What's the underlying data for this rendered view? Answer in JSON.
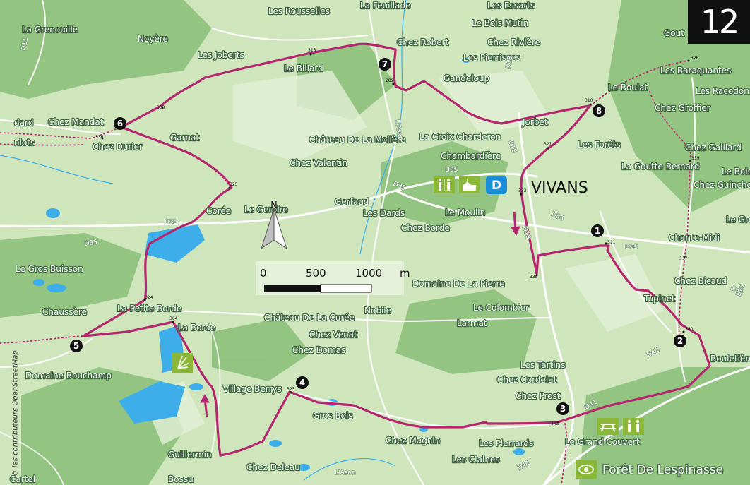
{
  "map": {
    "route_number": "12",
    "credit": "© les contributeurs OpenStreetMap",
    "north_label": "N",
    "town": "VIVANS",
    "start_badge": "D",
    "scale": {
      "zero": "0",
      "mid": "500",
      "end": "1000",
      "unit": "m"
    },
    "forest": "Forêt De Lespinasse",
    "colors": {
      "route": "#b4266e",
      "water": "#3daee9",
      "road": "#ffffff",
      "forest": "#7fb86d",
      "field": "#cfe6bd"
    },
    "waypoints": [
      "1",
      "2",
      "3",
      "4",
      "5",
      "6",
      "7",
      "8"
    ],
    "places": [
      "Les Rousselles",
      "La Feuillade",
      "Les Essarts",
      "Le Bois Mutin",
      "Chez Robert",
      "Chez Rivière",
      "Les Pierrisses",
      "Gandeloup",
      "La Grenouille",
      "Noyère",
      "Les Joberts",
      "Le Billard",
      "Chez Mandat",
      "Chez Durier",
      "Garnat",
      "Château De La Molière",
      "La Croix Charderon",
      "Chambardière",
      "Jorbet",
      "Les Forêts",
      "Chez Valentin",
      "Gerfaud",
      "Les Dards",
      "Le Moulin",
      "Chez Borde",
      "Corée",
      "Le Gendre",
      "Le Gros Buisson",
      "Domaine De La Pierre",
      "Le Colombier",
      "Larmat",
      "Chaussère",
      "La Petite Borde",
      "La Borde",
      "Château De La Curée",
      "Nobile",
      "Chez Venat",
      "Chez Domas",
      "Domaine Bouchamp",
      "Village Berrys",
      "Gros Bois",
      "Chez Magnin",
      "Les Pierrards",
      "Les Claines",
      "Guillermin",
      "Chez Deleau",
      "Bossu",
      "Les Tartins",
      "Chez Cordelat",
      "Chez Prost",
      "Le Grand Couvert",
      "Tupinet",
      "Chez Bicaud",
      "Bouletière",
      "Chante-Midi",
      "Le Gros",
      "Le Boulat",
      "Les Baraquantes",
      "Les Racodons",
      "Chez Groffier",
      "Chez Gaillard",
      "La Goutte Bernard",
      "Le Bois",
      "Chez Guinchon",
      "Gout",
      "dard",
      "niots",
      "Cartel"
    ],
    "roads": [
      "D35",
      "D35",
      "D35",
      "D35",
      "D35",
      "D35",
      "D18",
      "D18",
      "D18",
      "D41",
      "D41",
      "D41",
      "D41",
      "D35",
      "L'Ason",
      "L'Ason",
      "D11"
    ],
    "altitudes": [
      "318",
      "289",
      "310",
      "321",
      "333",
      "311",
      "335",
      "326",
      "339",
      "337",
      "340",
      "343",
      "323",
      "304",
      "324",
      "325",
      "333",
      "336"
    ]
  }
}
